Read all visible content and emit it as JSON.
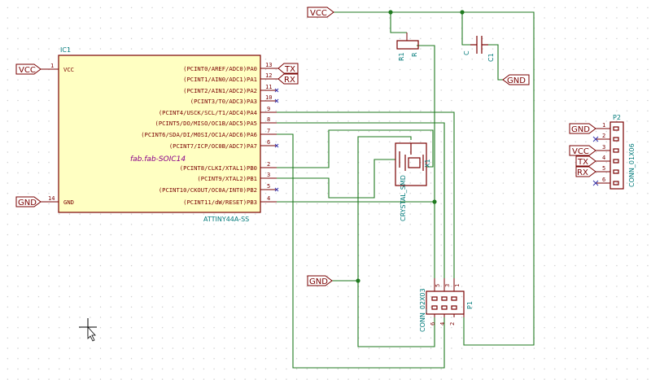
{
  "ic1": {
    "ref": "IC1",
    "value": "ATTINY44A-SS",
    "footprint": "fab.fab-SOIC14",
    "left_pins": [
      {
        "num": "1",
        "name": "VCC"
      },
      {
        "num": "14",
        "name": "GND"
      }
    ],
    "right_pins": [
      {
        "num": "13",
        "name": "(PCINT0/AREF/ADC0)PA0"
      },
      {
        "num": "12",
        "name": "(PCINT1/AIN0/ADC1)PA1"
      },
      {
        "num": "11",
        "name": "(PCINT2/AIN1/ADC2)PA2"
      },
      {
        "num": "10",
        "name": "(PCINT3/T0/ADC3)PA3"
      },
      {
        "num": "9",
        "name": "(PCINT4/USCK/SCL/T1/ADC4)PA4"
      },
      {
        "num": "8",
        "name": "(PCINT5/DO/MISO/OC1B/ADC5)PA5"
      },
      {
        "num": "7",
        "name": "(PCINT6/SDA/DI/MOSI/OC1A/ADC6)PA6"
      },
      {
        "num": "6",
        "name": "(PCINT7/ICP/OC0B/ADC7)PA7"
      },
      {
        "num": "2",
        "name": "(PCINT8/CLKI/XTAL1)PB0"
      },
      {
        "num": "3",
        "name": "(PCINT9/XTAL2)PB1"
      },
      {
        "num": "5",
        "name": "(PCINT10/CKOUT/OC0A/INT0)PB2"
      },
      {
        "num": "4",
        "name": "(PCINT11/dW/RESET)PB3"
      }
    ]
  },
  "labels": {
    "vcc_ic": "VCC",
    "gnd_ic": "GND",
    "tx_ic": "TX",
    "rx_ic": "RX",
    "vcc_top": "VCC",
    "gnd_cap": "GND",
    "gnd_isp": "GND"
  },
  "r1": {
    "ref": "R1",
    "value": "R"
  },
  "c1": {
    "ref": "C",
    "value": "C1"
  },
  "crystal": {
    "ref": "X1",
    "value": "CRYSTAL_SMD"
  },
  "p1": {
    "ref": "P1",
    "value": "CONN_02X03",
    "top_pins": [
      "5",
      "3",
      "1"
    ],
    "bottom_pins": [
      "6",
      "4",
      "2"
    ]
  },
  "p2": {
    "ref": "P2",
    "value": "CONN_01X06",
    "pins": [
      {
        "num": "1",
        "label": "GND"
      },
      {
        "num": "2",
        "label": ""
      },
      {
        "num": "3",
        "label": "VCC"
      },
      {
        "num": "4",
        "label": "TX"
      },
      {
        "num": "5",
        "label": "RX"
      },
      {
        "num": "6",
        "label": ""
      }
    ]
  },
  "colors": {
    "wire": "#1f7a1f",
    "component": "#7a0000",
    "ic_fill": "#ffffc2",
    "reference_text": "#007a7a",
    "footprint_text": "#8a008a"
  }
}
